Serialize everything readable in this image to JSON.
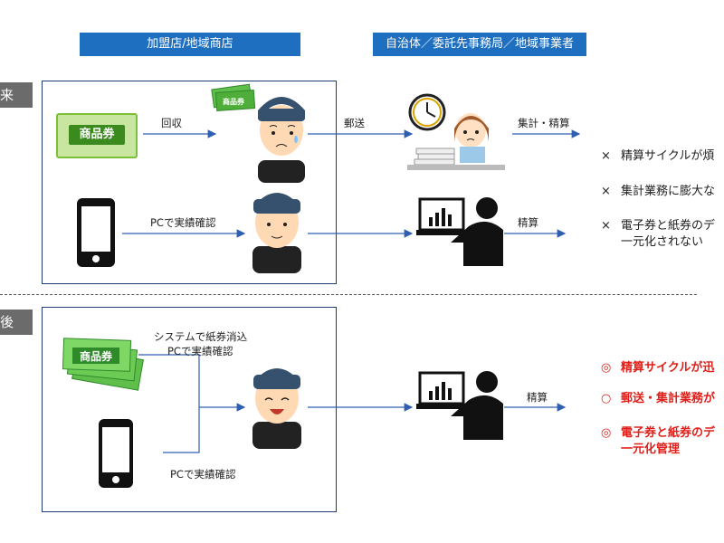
{
  "headers": {
    "store": "加盟店/地域商店",
    "municipality": "自治体／委託先事務局／地域事業者"
  },
  "before": {
    "tag": "来",
    "paper_flow": {
      "collect": "回収",
      "mail": "郵送",
      "tally": "集計・精算"
    },
    "digital_flow": {
      "pc_check": "PCで実績確認",
      "settle": "精算"
    },
    "coupon_text": "商品券",
    "issues": [
      {
        "mark": "×",
        "text": "精算サイクルが煩"
      },
      {
        "mark": "×",
        "text": "集計業務に膨大な"
      },
      {
        "mark": "×",
        "text": "電子券と紙券のデ",
        "text2": "一元化されない"
      }
    ]
  },
  "after": {
    "tag": "後",
    "system_note_line1": "システムで紙券消込",
    "system_note_line2": "PCで実績確認",
    "pc_check": "PCで実績確認",
    "settle": "精算",
    "coupon_text": "商品券",
    "benefits": [
      {
        "mark": "◎",
        "text": "精算サイクルが迅"
      },
      {
        "mark": "○",
        "text": "郵送・集計業務が"
      },
      {
        "mark": "◎",
        "text": "電子券と紙券のデ",
        "text2": "一元化管理"
      }
    ]
  },
  "colors": {
    "header_blue": "#1f6fc0",
    "arrow_blue": "#2f5fb0",
    "panel_border": "#1f3b73",
    "accent_red": "#e0201a",
    "tag_gray": "#6b6b6b"
  }
}
